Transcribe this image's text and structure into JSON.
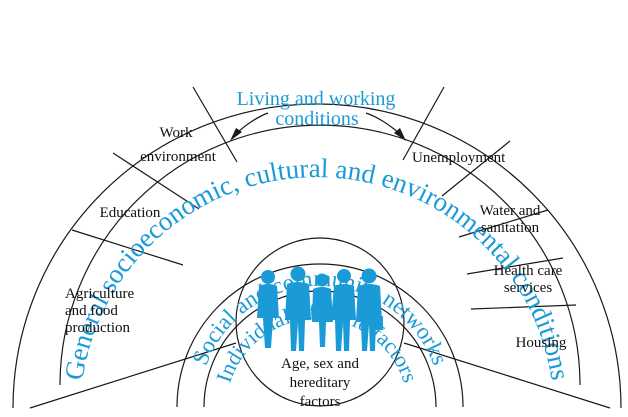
{
  "colors": {
    "accent": "#1a9ad6",
    "lines": "#1a1a1a",
    "text": "#111111"
  },
  "outer_arc_label": "General socioeconomic, cultural and environmental conditions",
  "middle_ring_label": "Social and community networks",
  "inner_ring_label": "Individual lifestyle factors",
  "living_working": {
    "line1": "Living and working",
    "line2": "conditions"
  },
  "left_sectors": {
    "work_environment": [
      "Work",
      "environment"
    ],
    "education": "Education",
    "agriculture": [
      "Agriculture",
      "and food",
      "production"
    ]
  },
  "right_sectors": {
    "unemployment": "Unemployment",
    "water": [
      "Water and",
      "sanitation"
    ],
    "health": [
      "Health care",
      "services"
    ],
    "housing": "Housing"
  },
  "center": {
    "line1": "Age, sex and",
    "line2": "hereditary",
    "line3": "factors",
    "icon": "people-silhouette-icon"
  }
}
